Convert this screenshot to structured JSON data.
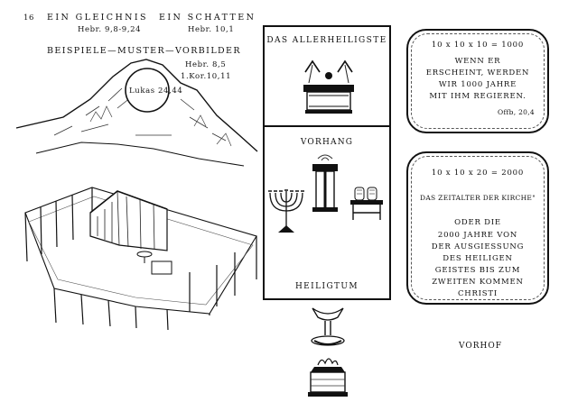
{
  "header": {
    "page_number": "16",
    "title_left": "EIN GLEICHNIS",
    "title_right": "EIN SCHATTEN",
    "ref_left": "Hebr. 9,8-9,24",
    "ref_right": "Hebr. 10,1",
    "subtitle": "BEISPIELE—MUSTER—VORBILDER"
  },
  "mountain": {
    "ref1": "Hebr. 8,5",
    "ref2": "1.Kor.10,11",
    "circle_label": "Lukas 24,44"
  },
  "center_panel": {
    "holy_of_holies": "DAS ALLERHEILIGSTE",
    "curtain": "VORHANG",
    "holy_place": "HEILIGTUM"
  },
  "cloud_top": {
    "equation": "10 x 10 x 10 = 1000",
    "lines": [
      "WENN ER",
      "ERSCHEINT, WERDEN",
      "WIR 1000 JAHRE",
      "MIT IHM REGIEREN."
    ],
    "reference": "Offb, 20,4"
  },
  "cloud_bottom": {
    "equation": "10 x 10 x 20 = 2000",
    "quote": "DAS ZEITALTER DER KIRCHE\"",
    "lines": [
      "ODER DIE",
      "2000 JAHRE VON",
      "DER AUSGIESSUNG",
      "DES HEILIGEN",
      "GEISTES BIS ZUM",
      "ZWEITEN KOMMEN",
      "CHRISTI"
    ]
  },
  "outer_court": "VORHOF"
}
